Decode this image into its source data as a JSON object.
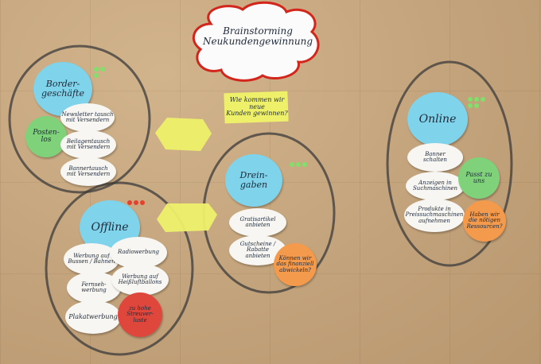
{
  "title": {
    "line1": "Brainstorming",
    "line2": "Neukundengewinnung"
  },
  "question": {
    "line1": "Wie kommen wir neue",
    "line2": "Kunden gewinnen?"
  },
  "clusters": {
    "border": {
      "heading": {
        "line1": "Border-",
        "line2": "geschäfte"
      },
      "cost": {
        "line1": "Posten-",
        "line2": "los"
      },
      "items": [
        {
          "line1": "Newsletter tausch",
          "line2": "mit Versendern"
        },
        {
          "line1": "Beilagentausch",
          "line2": "mit Versendern"
        },
        {
          "line1": "Bannertausch",
          "line2": "mit Versendern"
        }
      ]
    },
    "dreingaben": {
      "heading": {
        "line1": "Drein-",
        "line2": "gaben"
      },
      "items": [
        {
          "line1": "Gratisartikel",
          "line2": "anbieten"
        },
        {
          "line1": "Gutscheine /",
          "line2": "Rabatte",
          "line3": "anbieten"
        }
      ],
      "question": {
        "line1": "Können wir",
        "line2": "das finanziell",
        "line3": "abwickeln?"
      }
    },
    "offline": {
      "heading": "Offline",
      "items": [
        {
          "line1": "Werbung auf",
          "line2": "Bussen / Bahnen"
        },
        {
          "line1": "Radiowerbung",
          "line2": ""
        },
        {
          "line1": "Fernseh-",
          "line2": "werbung"
        },
        {
          "line1": "Werbung auf",
          "line2": "Heißluftballons"
        },
        {
          "line1": "Plakatwerbung",
          "line2": ""
        }
      ],
      "cost": {
        "line1": "zu hohe",
        "line2": "Streuver-",
        "line3": "luste"
      }
    },
    "online": {
      "heading": "Online",
      "items": [
        {
          "line1": "Banner",
          "line2": "schalten"
        },
        {
          "line1": "Anzeigen in",
          "line2": "Suchmaschinen"
        },
        {
          "line1": "Produkte in",
          "line2": "Preissuchmaschinen",
          "line3": "aufnehmen"
        }
      ],
      "fit": {
        "line1": "Passt zu",
        "line2": "uns"
      },
      "question": {
        "line1": "Haben wir",
        "line2": "die nötigen",
        "line3": "Ressourcen?"
      }
    }
  },
  "colors": {
    "paper": "#c4a47c",
    "blue": "#7fd3ea",
    "green": "#7fd27a",
    "orange": "#f39a4c",
    "red": "#e0473c",
    "yellow": "#eef06a",
    "cloud_border": "#d2261c"
  }
}
